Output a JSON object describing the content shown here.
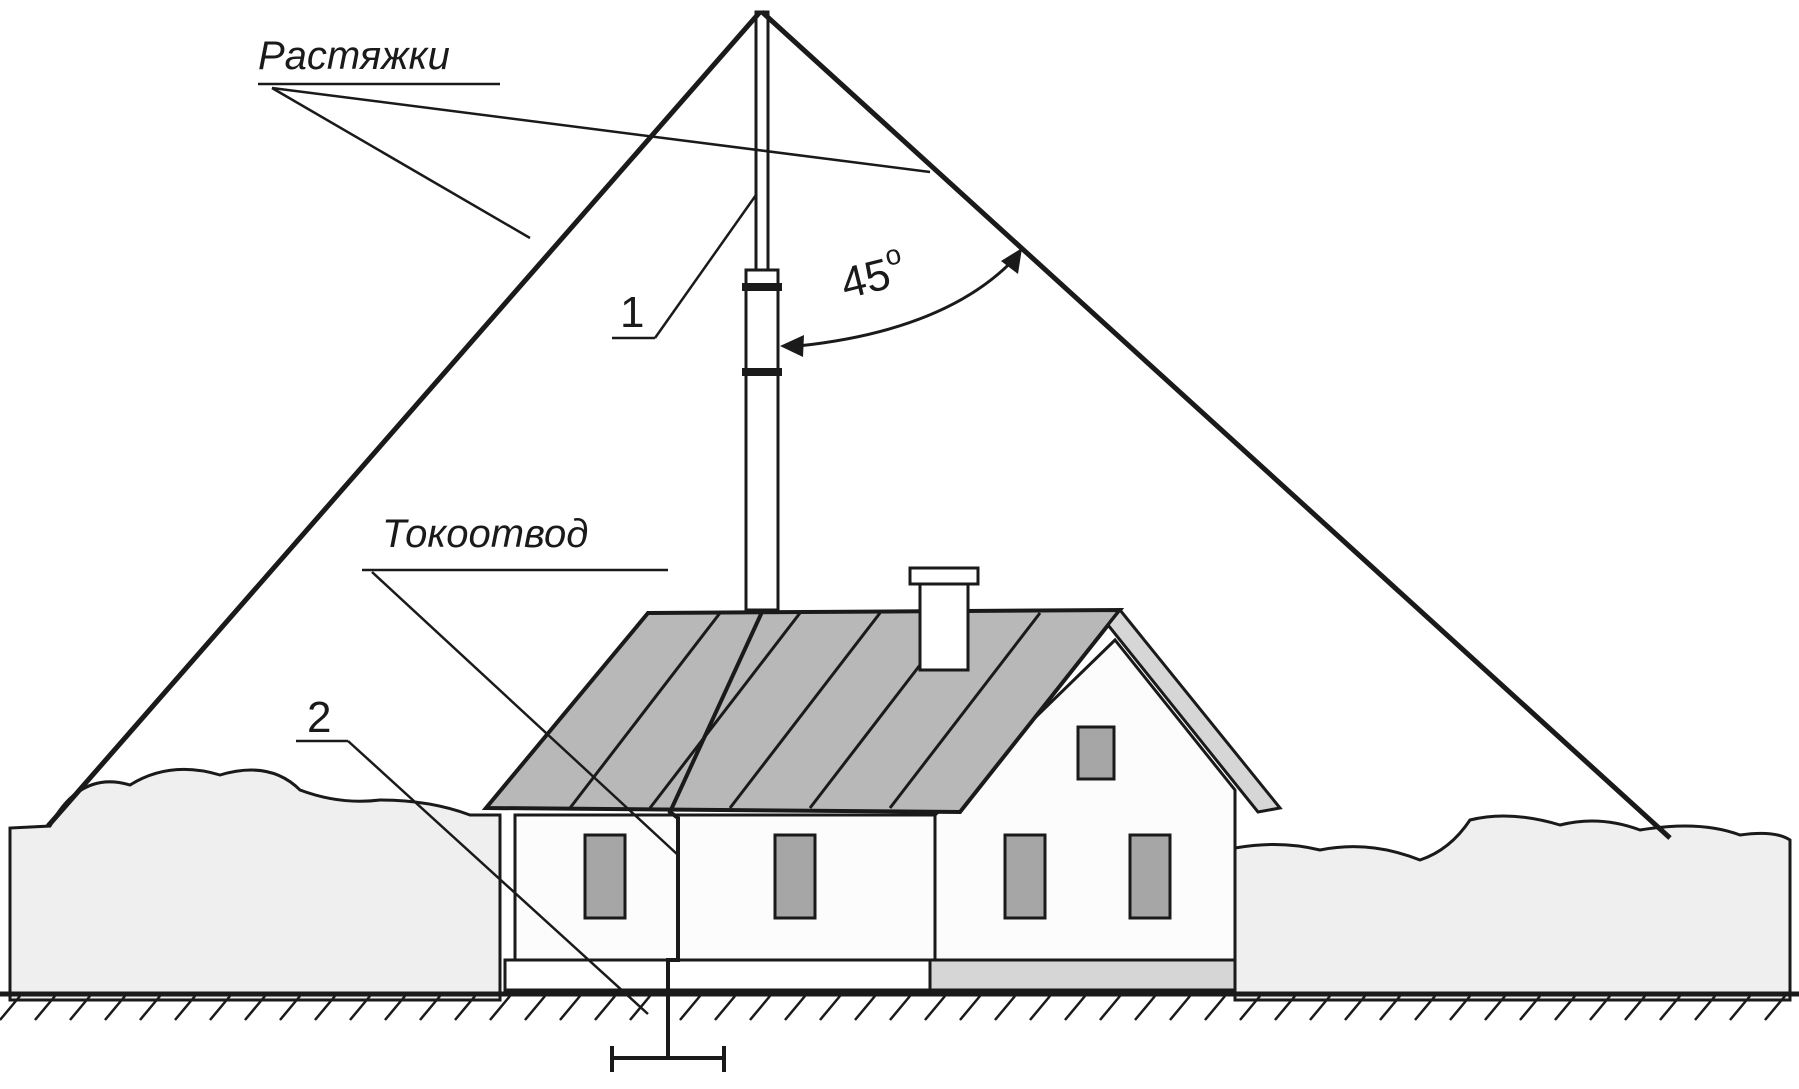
{
  "labels": {
    "guy_wires": "Растяжки",
    "down_conductor": "Токоотвод",
    "part_1": "1",
    "part_2": "2",
    "angle_value": "45",
    "angle_unit": "о"
  },
  "colors": {
    "ink": "#1a1a1a",
    "roof_fill": "#b8b8b8",
    "window_fill": "#a6a6a6",
    "bush_fill": "#efefef",
    "wall_fill": "#fcfcfc",
    "foundation_fill": "#d6d6d6",
    "background": "#ffffff"
  }
}
